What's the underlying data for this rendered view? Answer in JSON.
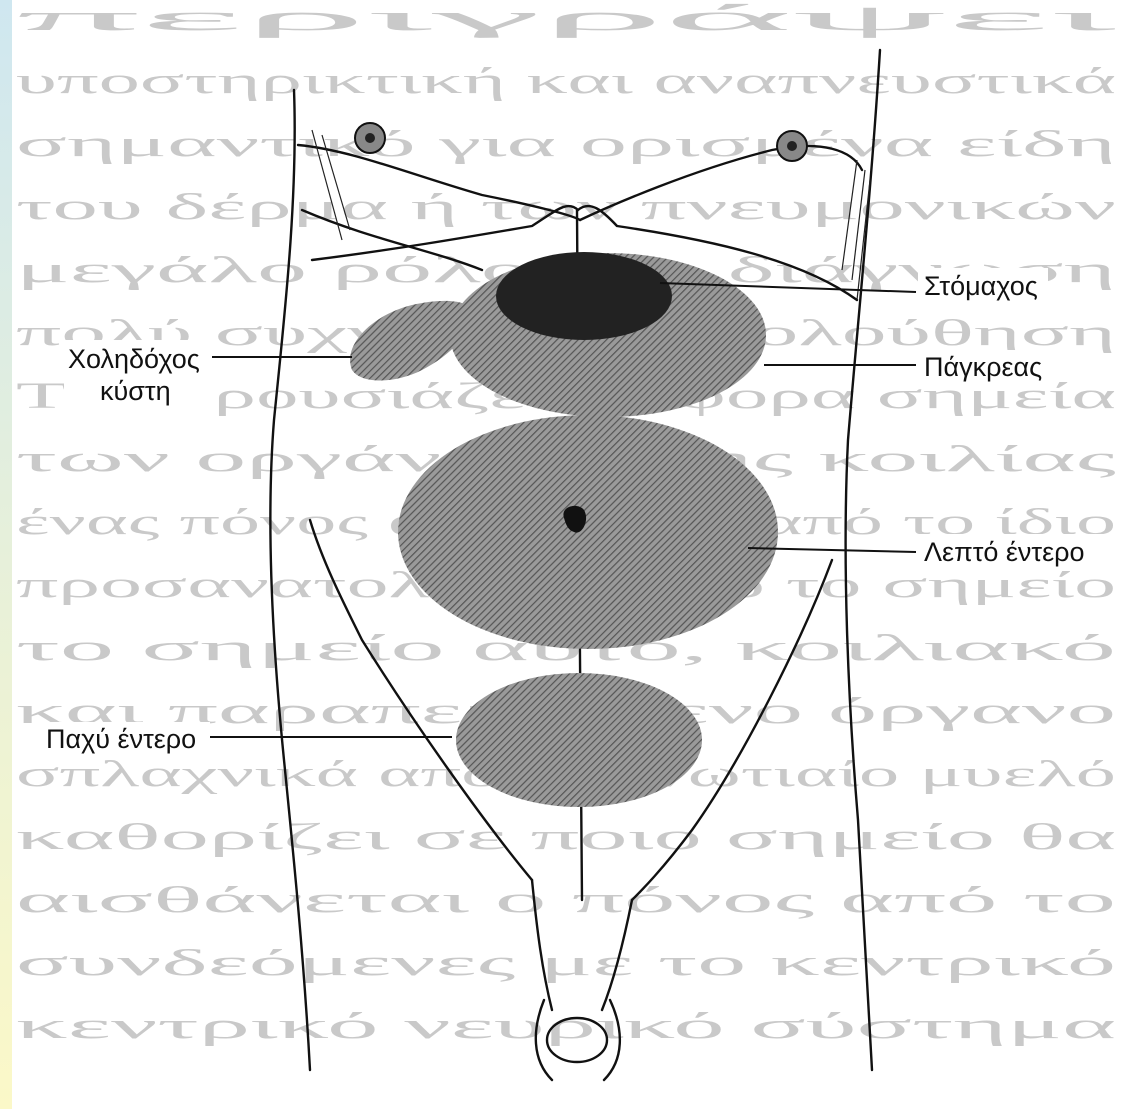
{
  "figure": {
    "background_text_lines": [
      "περιγράψει",
      "υποστηρικτική και αναπνευστικά",
      "σημαντικό για ορισμένα είδη",
      "του δέρμα ή των πνευμονικών",
      "μεγάλο ρόλο στη διάγνωση",
      "πολύ συχνά η παρακολούθηση",
      "Το παρουσιάζει διάφορα σημεία",
      "των οργάνων ή της κοιλίας",
      "ένας πόνος αισθάνεται από το ίδιο",
      "προσανατολισμός από το σημείο",
      "το σημείο αυτό, κοιλιακό",
      "και παραπεμπόμενο όργανο",
      "σπλαχνικά από τον νωτιαίο μυελό",
      "καθορίζει σε ποιο σημείο θα",
      "αισθάνεται ο πόνος από το",
      "συνδεόμενες με το κεντρικό",
      "κεντρικό νευρικό σύστημα"
    ],
    "organ_labels": {
      "stomach": "Στόμαχος",
      "gallbladder_line1": "Χοληδόχος",
      "gallbladder_line2": "κύστη",
      "pancreas": "Πάγκρεας",
      "small_intestine": "Λεπτό έντερο",
      "large_intestine": "Παχύ έντερο"
    },
    "colors": {
      "stomach_fill": "#222222",
      "hatched_region": "#7a7a7a",
      "outline": "#111111",
      "background_text": "#c9c9c9",
      "slide_stripe_top": "#cfe7f0",
      "slide_stripe_bottom": "#fbf8c8"
    }
  }
}
